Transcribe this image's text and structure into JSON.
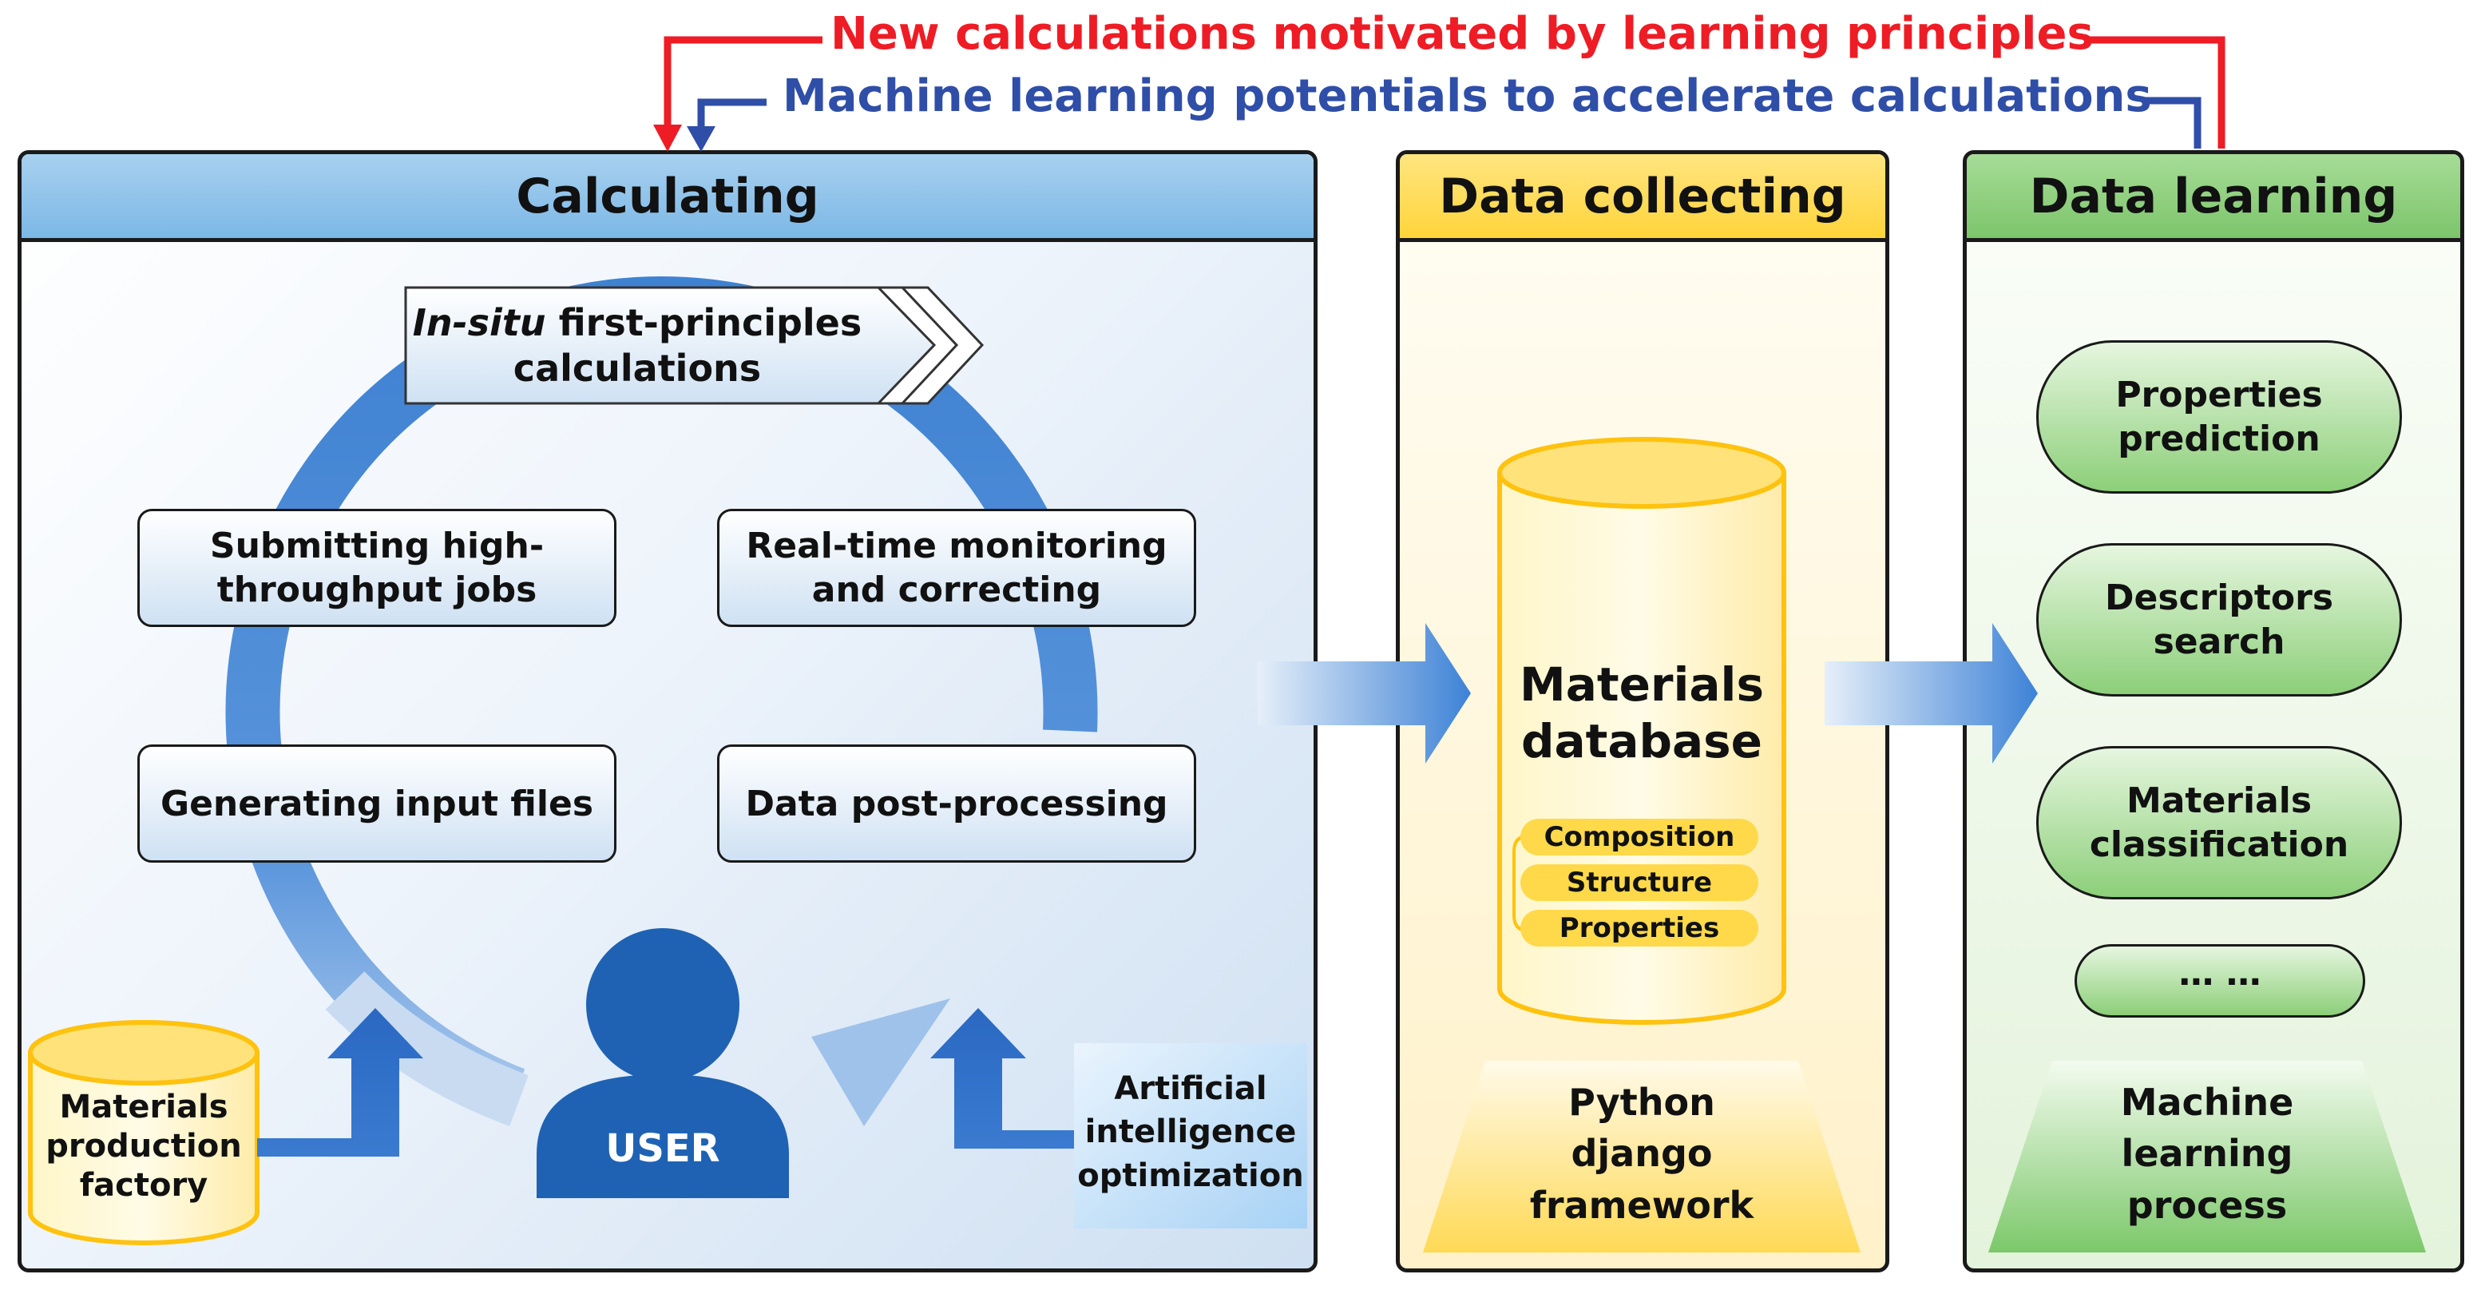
{
  "feedback": {
    "red_label": "New calculations motivated by learning principles",
    "blue_label": "Machine learning potentials to accelerate calculations",
    "red_color": "#ee1c25",
    "blue_color": "#2f4ea8"
  },
  "calculating": {
    "title": "Calculating",
    "in_situ": {
      "italic": "In-situ",
      "rest": "first-principles",
      "line2": "calculations"
    },
    "steps": [
      {
        "line1": "Submitting high-",
        "line2": "throughput jobs"
      },
      {
        "line1": "Real-time monitoring",
        "line2": "and correcting"
      },
      {
        "line1": "Generating input files"
      },
      {
        "line1": "Data post-processing"
      }
    ],
    "user_label": "USER",
    "factory": {
      "line1": "Materials",
      "line2": "production",
      "line3": "factory"
    },
    "ai": {
      "line1": "Artificial",
      "line2": "intelligence",
      "line3": "optimization"
    }
  },
  "data_collecting": {
    "title": "Data collecting",
    "database": {
      "line1": "Materials",
      "line2": "database"
    },
    "tags": [
      "Composition",
      "Structure",
      "Properties"
    ],
    "framework": {
      "line1": "Python",
      "line2": "django",
      "line3": "framework"
    }
  },
  "data_learning": {
    "title": "Data learning",
    "items": [
      {
        "line1": "Properties",
        "line2": "prediction"
      },
      {
        "line1": "Descriptors",
        "line2": "search"
      },
      {
        "line1": "Materials",
        "line2": "classification"
      },
      {
        "line1": "… …"
      }
    ],
    "process": {
      "line1": "Machine",
      "line2": "learning",
      "line3": "process"
    }
  }
}
